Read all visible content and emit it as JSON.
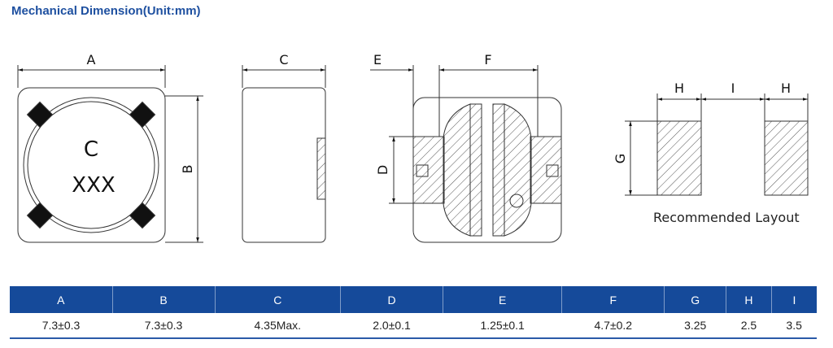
{
  "title": "Mechanical Dimension(Unit:mm)",
  "drawing": {
    "marking_line1": "C",
    "marking_line2": "XXX",
    "labels": {
      "A": "A",
      "B": "B",
      "C": "C",
      "D": "D",
      "E": "E",
      "F": "F",
      "G": "G",
      "H": "H",
      "I": "I"
    },
    "recommended_layout": "Recommended Layout"
  },
  "table": {
    "headers": [
      "A",
      "B",
      "C",
      "D",
      "E",
      "F",
      "G",
      "H",
      "I"
    ],
    "values": [
      "7.3±0.3",
      "7.3±0.3",
      "4.35Max.",
      "2.0±0.1",
      "1.25±0.1",
      "4.7±0.2",
      "3.25",
      "2.5",
      "3.5"
    ]
  }
}
